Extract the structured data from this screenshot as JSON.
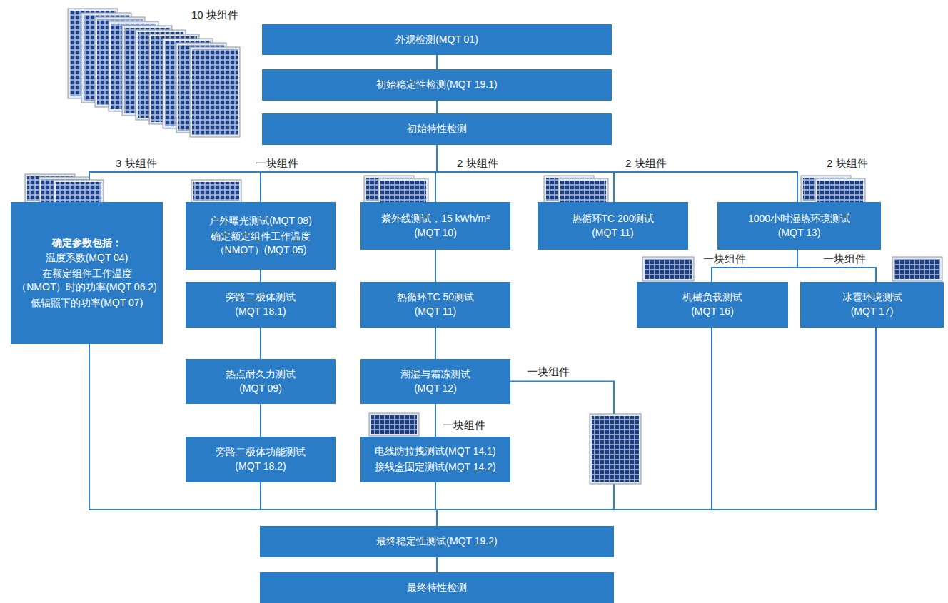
{
  "diagram": {
    "nodes": [
      {
        "text": [
          "外观检测(MQT 01)"
        ]
      },
      {
        "text": [
          "初始稳定性检测(MQT 19.1)"
        ]
      },
      {
        "text": [
          "初始特性检测"
        ]
      },
      {
        "text": [
          "确定参数包括：",
          "温度系数(MQT 04)",
          "在额定组件工作温度 （NMOT）时的功率(MQT 06.2)",
          "低辐照下的功率(MQT 07)"
        ]
      },
      {
        "text": [
          "户外曝光测试(MQT 08)",
          "确定额定组件工作温度 （NMOT）(MQT 05)"
        ]
      },
      {
        "text": [
          "旁路二极体测试 (MQT 18.1)"
        ]
      },
      {
        "text": [
          "热点耐久力测试 (MQT 09)"
        ]
      },
      {
        "text": [
          "旁路二极体功能测试 (MQT 18.2)"
        ]
      },
      {
        "text": [
          "紫外线测试，15 kWh/m² (MQT 10)"
        ]
      },
      {
        "text": [
          "热循环TC 50测试 (MQT 11)"
        ]
      },
      {
        "text": [
          "潮湿与霜冻测试 (MQT 12)"
        ]
      },
      {
        "text": [
          "电线防拉拽测试(MQT 14.1)",
          "接线盒固定测试(MQT 14.2)"
        ]
      },
      {
        "text": [
          "热循环TC 200测试 (MQT 11)"
        ]
      },
      {
        "text": [
          "1000小时湿热环境测试 (MQT 13)"
        ]
      },
      {
        "text": [
          "机械负载测试 (MQT 16)"
        ]
      },
      {
        "text": [
          "冰雹环境测试 (MQT 17)"
        ]
      },
      {
        "text": [
          "最终稳定性测试(MQT 19.2)"
        ]
      },
      {
        "text": [
          "最终特性检测"
        ]
      }
    ],
    "edges": [
      {
        "from": 0,
        "to": 1,
        "arrow": "none"
      },
      {
        "from": 1,
        "to": 2,
        "arrow": "none"
      },
      {
        "from": 2,
        "to": 3,
        "arrow": "none"
      },
      {
        "from": 2,
        "to": 4,
        "arrow": "none"
      },
      {
        "from": 2,
        "to": 8,
        "arrow": "none"
      },
      {
        "from": 2,
        "to": 12,
        "arrow": "none"
      },
      {
        "from": 2,
        "to": 13,
        "arrow": "none"
      },
      {
        "from": 4,
        "to": 5,
        "arrow": "none"
      },
      {
        "from": 5,
        "to": 6,
        "arrow": "none"
      },
      {
        "from": 6,
        "to": 7,
        "arrow": "none"
      },
      {
        "from": 8,
        "to": 9,
        "arrow": "none"
      },
      {
        "from": 9,
        "to": 10,
        "arrow": "none"
      },
      {
        "from": 10,
        "to": 11,
        "arrow": "none"
      },
      {
        "from": 13,
        "to": 14,
        "arrow": "none"
      },
      {
        "from": 13,
        "to": 15,
        "arrow": "none"
      },
      {
        "from": 3,
        "to": 16,
        "arrow": "none"
      },
      {
        "from": 7,
        "to": 16,
        "arrow": "none"
      },
      {
        "from": 10,
        "to": 16,
        "arrow": "none"
      },
      {
        "from": 11,
        "to": 16,
        "arrow": "none"
      },
      {
        "from": 14,
        "to": 16,
        "arrow": "none"
      },
      {
        "from": 15,
        "to": 16,
        "arrow": "none"
      },
      {
        "from": 16,
        "to": 17,
        "arrow": "none"
      }
    ],
    "labels": [
      "10 块组件",
      "3 块组件",
      "一块组件",
      "2 块组件",
      "2 块组件",
      "2 块组件",
      "一块组件",
      "一块组件",
      "一块组件",
      "一块组件"
    ]
  }
}
